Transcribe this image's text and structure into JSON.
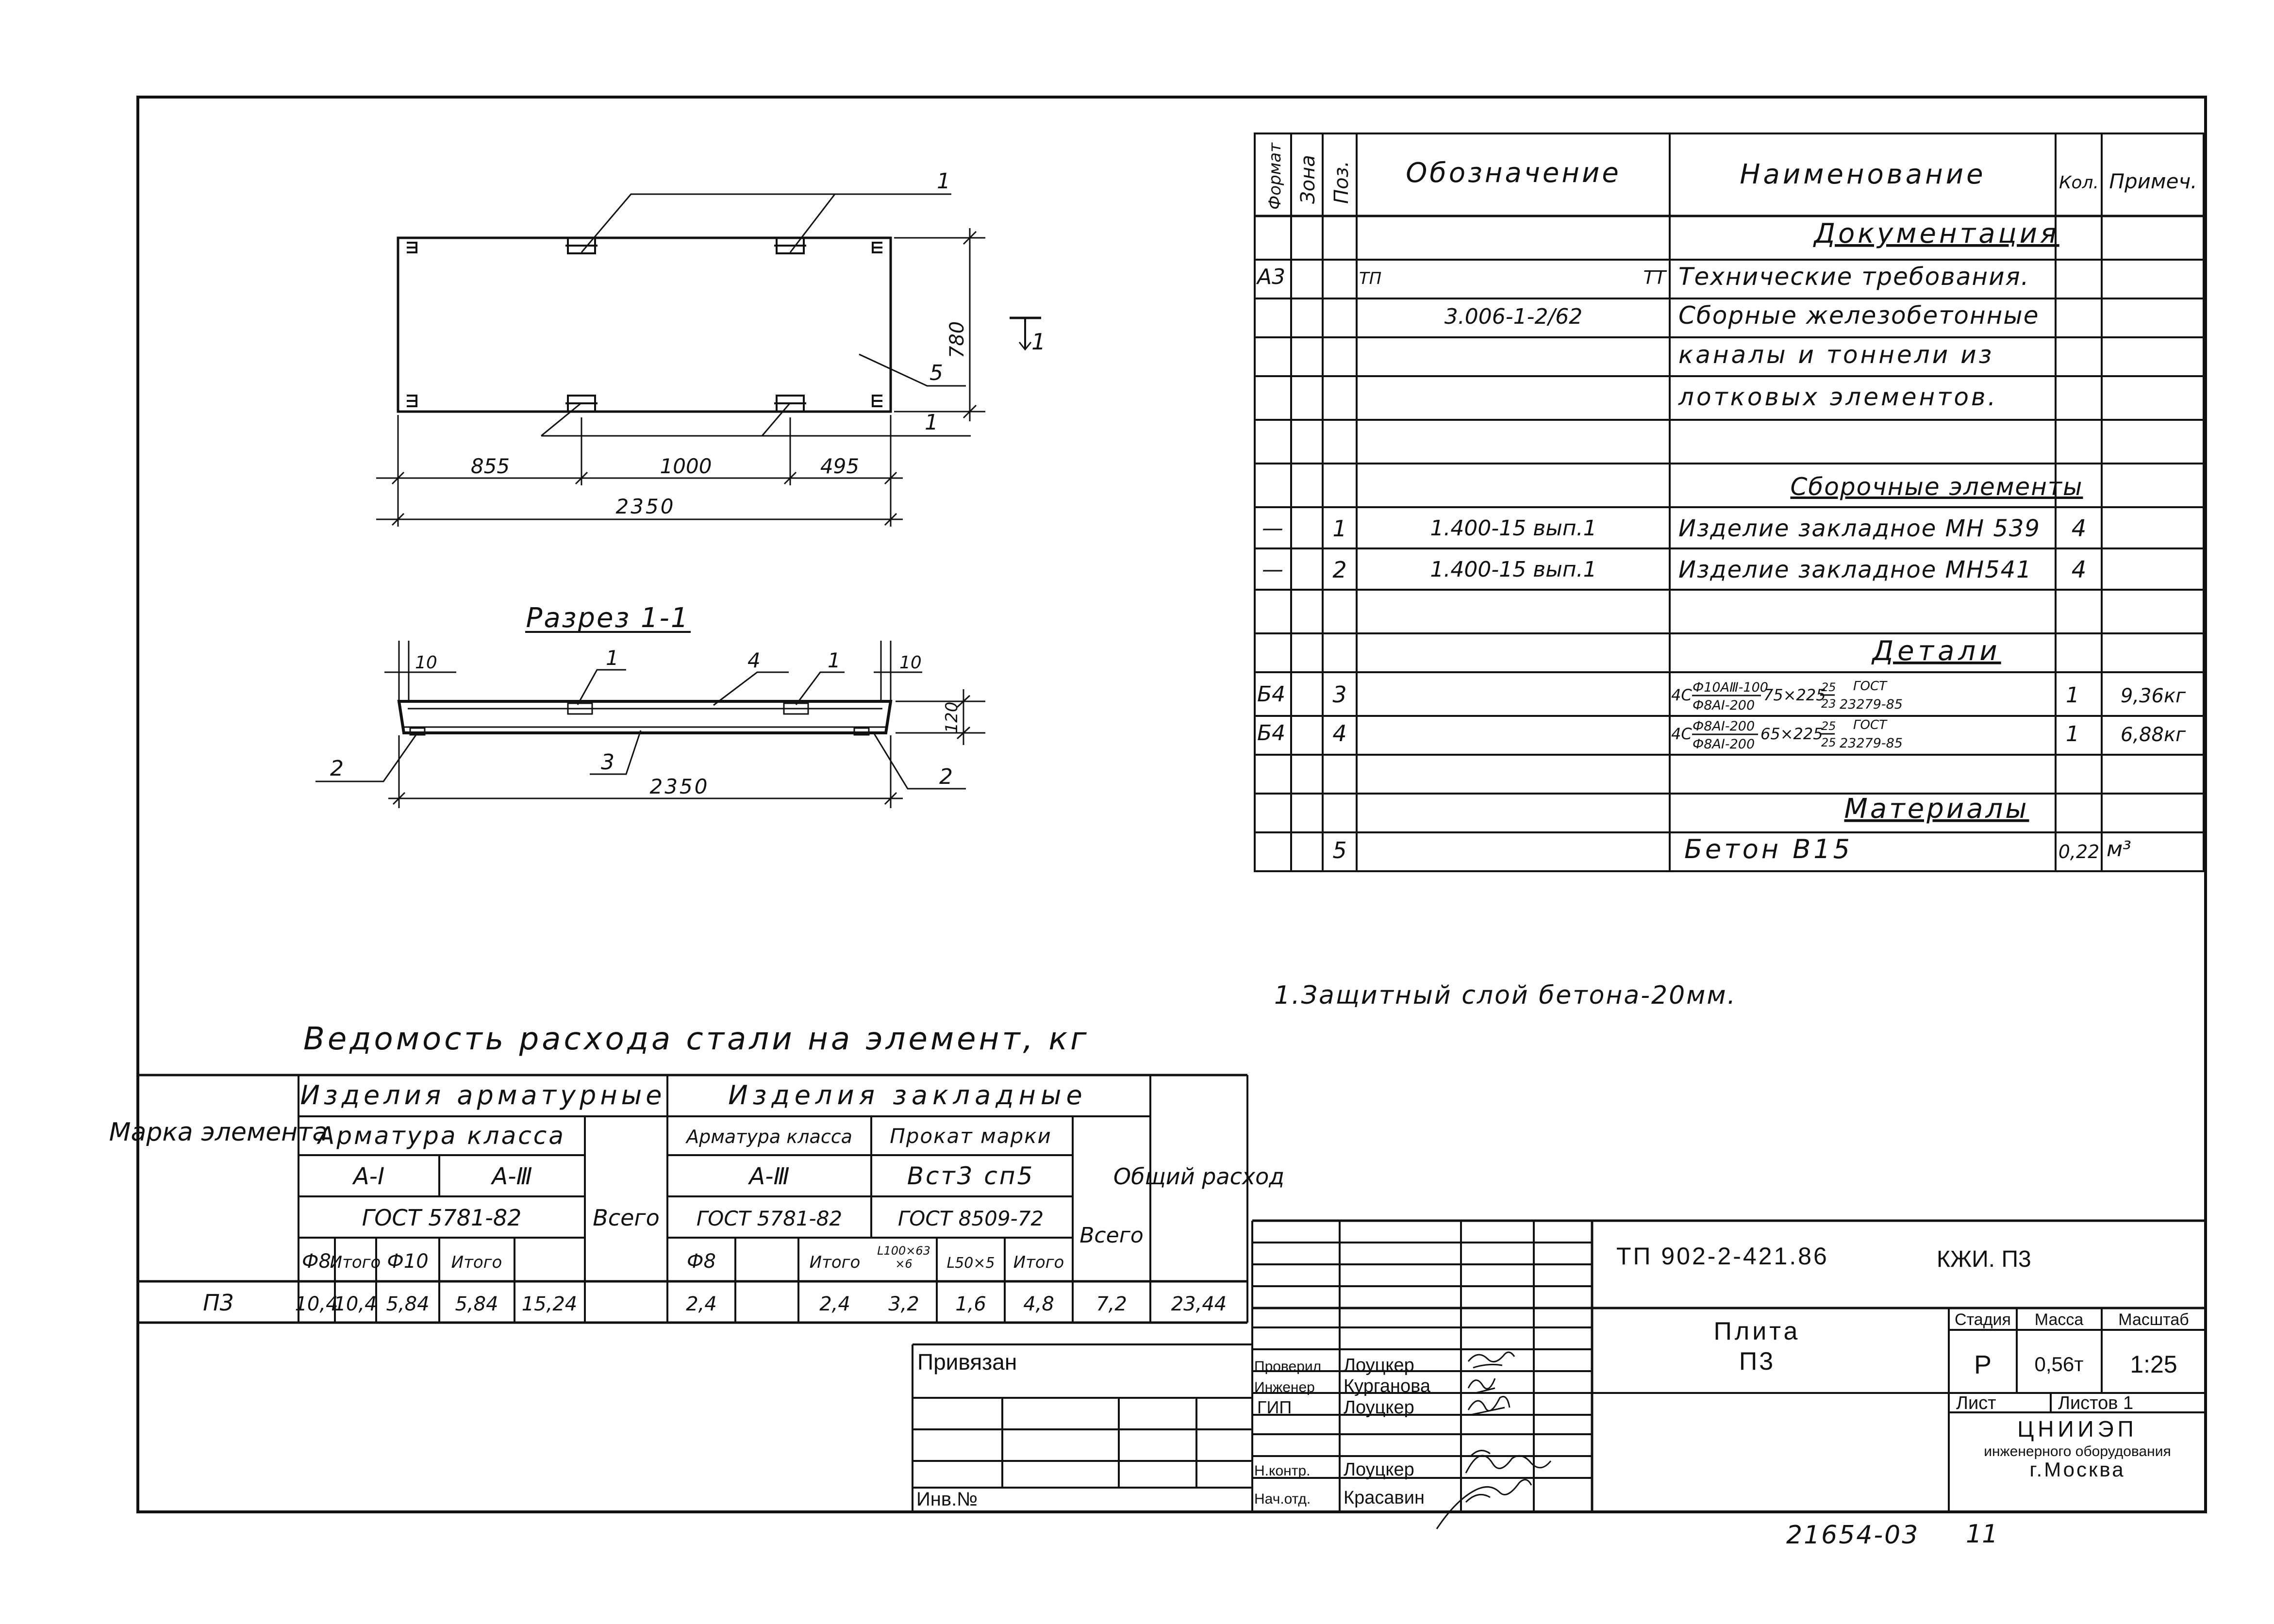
{
  "spec": {
    "headers": {
      "format": "Формат",
      "zone": "Зона",
      "pos": "Поз.",
      "designation": "Обозначение",
      "name": "Наименование",
      "qty": "Кол.",
      "note": "Примеч."
    },
    "sec_docs": "Документация",
    "row_a3": {
      "format": "А3",
      "des_left": "ТП",
      "des_right": "ТТ",
      "name": "Технические требования."
    },
    "row_series": {
      "designation": "3.006-1-2/62",
      "name1": "Сборные железобетонные",
      "name2": "каналы и тоннели из",
      "name3": "лотковых элементов."
    },
    "sec_assembly": "Сборочные элементы",
    "assembly": [
      {
        "format": "—",
        "pos": "1",
        "designation": "1.400-15 вып.1",
        "name": "Изделие закладное МН 539",
        "qty": "4"
      },
      {
        "format": "—",
        "pos": "2",
        "designation": "1.400-15 вып.1",
        "name": "Изделие закладное МН541",
        "qty": "4"
      }
    ],
    "sec_details": "Детали",
    "details": [
      {
        "format": "Б4",
        "pos": "3",
        "prefix": "4С",
        "num": "Ф10АⅢ-100",
        "den": "Ф8АⅠ-200",
        "size": "75×225",
        "f_num": "25",
        "f_den": "23",
        "std_top": "ГОСТ",
        "std_bot": "23279-85",
        "qty": "1",
        "note": "9,36кг"
      },
      {
        "format": "Б4",
        "pos": "4",
        "prefix": "4С",
        "num": "Ф8АⅠ-200",
        "den": "Ф8АⅠ-200",
        "size": "65×225",
        "f_num": "25",
        "f_den": "25",
        "std_top": "ГОСТ",
        "std_bot": "23279-85",
        "qty": "1",
        "note": "6,88кг"
      }
    ],
    "sec_materials": "Материалы",
    "material": {
      "pos": "5",
      "name": "Бетон В15",
      "qty": "0,22",
      "note": "м³"
    }
  },
  "plan": {
    "dim_780": "780",
    "dim_855": "855",
    "dim_1000": "1000",
    "dim_495": "495",
    "dim_2350": "2350",
    "lead_1a": "1",
    "lead_5": "5",
    "lead_1b": "1",
    "section_mark": "1"
  },
  "section": {
    "title": "Разрез 1-1",
    "dim_10l": "10",
    "dim_10r": "10",
    "dim_120": "120",
    "dim_2350": "2350",
    "lead_1a": "1",
    "lead_4": "4",
    "lead_1b": "1",
    "lead_2l": "2",
    "lead_3": "3",
    "lead_2r": "2"
  },
  "note": "1.Защитный слой бетона-20мм.",
  "steel": {
    "title": "Ведомость расхода стали на элемент, кг",
    "mark_header": "Марка элемента",
    "rebar_products": "Изделия арматурные",
    "rebar_class": "Арматура класса",
    "class_ai": "А-Ⅰ",
    "class_aiii": "А-Ⅲ",
    "gost_5781": "ГОСТ 5781-82",
    "total": "Всего",
    "embedded_products": "Изделия закладные",
    "emb_rebar_class": "Арматура класса",
    "rolled_mark": "Прокат марки",
    "emb_class_aiii": "А-Ⅲ",
    "steel_grade": "Вст3 сп5",
    "emb_gost_5781": "ГОСТ 5781-82",
    "gost_8509": "ГОСТ 8509-72",
    "emb_total": "Всего",
    "overall": "Общий расход",
    "sub": {
      "d8": "Ф8",
      "itogo1": "Итого",
      "d10": "Ф10",
      "itogo2": "Итого",
      "e_d8": "Ф8",
      "e_blank": "",
      "e_itogo": "Итого",
      "angle1": "L100×63",
      "angle2": "×6",
      "l50": "L50×5",
      "e_itogo2": "Итого"
    },
    "row": {
      "mark": "П3",
      "d8": "10,4",
      "itogo1": "10,4",
      "d10": "5,84",
      "itogo2": "5,84",
      "total": "15,24",
      "e_d8": "2,4",
      "e_blank": "",
      "e_itogo": "2,4",
      "angle": "3,2",
      "l50": "1,6",
      "e_itogo2": "4,8",
      "e_total": "7,2",
      "overall": "23,44"
    }
  },
  "stamp": {
    "doc_code": "ТП 902-2-421.86",
    "sheet_code": "КЖИ. П3",
    "title1": "Плита",
    "title2": "П3",
    "stage_h": "Стадия",
    "mass_h": "Масса",
    "scale_h": "Масштаб",
    "stage": "Р",
    "mass": "0,56т",
    "scale": "1:25",
    "sheet_h": "Лист",
    "sheets_h": "Листов 1",
    "org1": "ЦНИИЭП",
    "org2": "инженерного оборудования",
    "org3": "г.Москва",
    "bound": "Привязан",
    "inv": "Инв.№",
    "people": [
      {
        "role": "Проверил",
        "name": "Лоуцкер"
      },
      {
        "role": "Инженер",
        "name": "Курганова"
      },
      {
        "role": "ГИП",
        "name": "Лоуцкер"
      },
      {
        "role": "Н.контр.",
        "name": "Лоуцкер"
      },
      {
        "role": "Нач.отд.",
        "name": "Красавин"
      }
    ]
  },
  "footer": {
    "archive": "21654-03",
    "page": "11"
  }
}
